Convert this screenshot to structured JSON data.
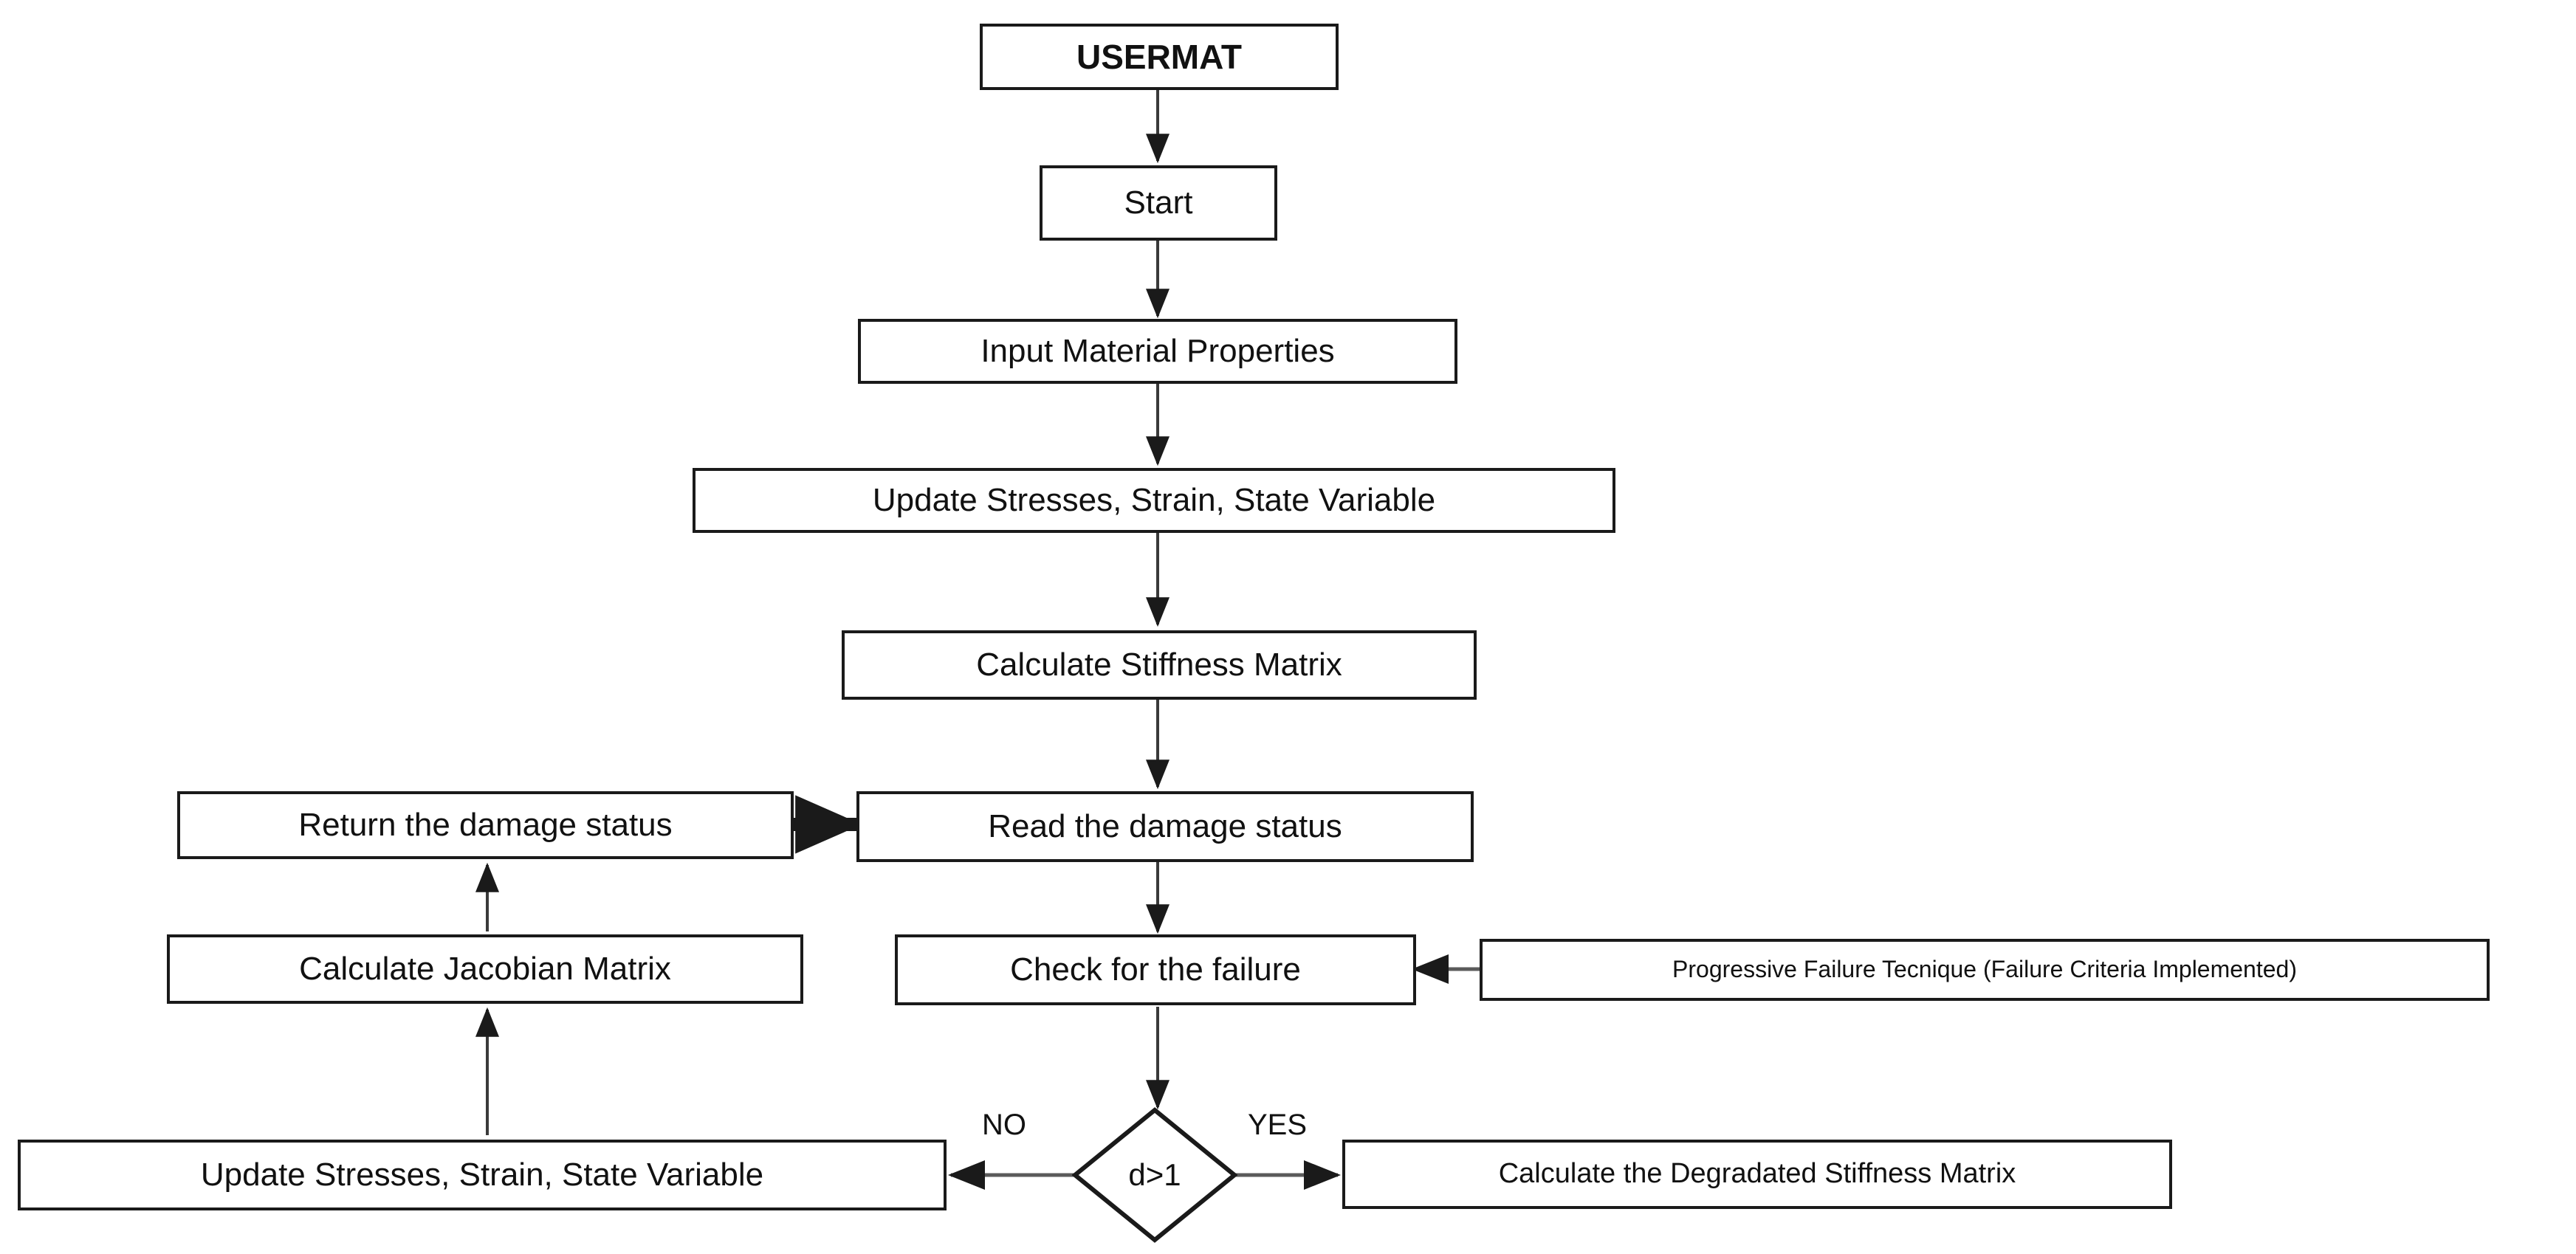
{
  "diagram": {
    "title": "USERMAT subroutine flowchart",
    "colors": {
      "stroke": "#1a1a1a",
      "thin_stroke": "#555555",
      "text": "#111111",
      "background": "#ffffff"
    },
    "nodes": {
      "usermat": "USERMAT",
      "start": "Start",
      "input_material_properties": "Input Material Properties",
      "update_state_top": "Update Stresses, Strain, State Variable",
      "calculate_stiffness_matrix": "Calculate Stiffness Matrix",
      "return_damage_status": "Return the damage status",
      "read_damage_status": "Read the damage status",
      "calculate_jacobian_matrix": "Calculate Jacobian Matrix",
      "check_for_the_failure": "Check for the failure",
      "progressive_failure_technique": "Progressive Failure Tecnique  (Failure Criteria Implemented)",
      "update_state_bottom": "Update Stresses, Strain, State Variable",
      "decision": "d>1",
      "calculate_degraded_stiffness_matrix": "Calculate the Degradated Stiffness Matrix"
    },
    "edge_labels": {
      "no": "NO",
      "yes": "YES"
    }
  }
}
